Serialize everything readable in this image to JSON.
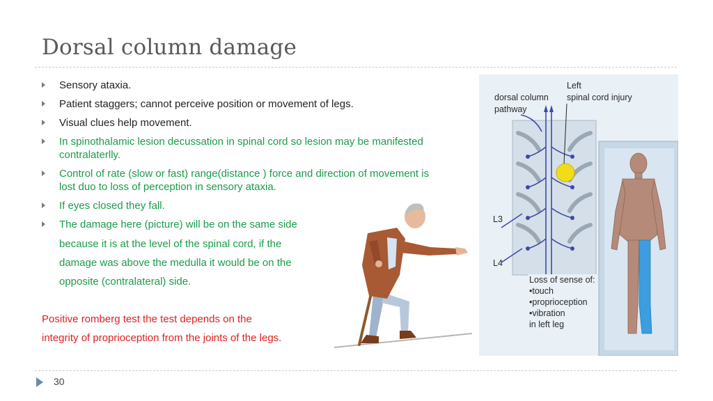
{
  "title": "Dorsal column damage",
  "bullets": [
    {
      "text": "Sensory ataxia.",
      "style": "normal"
    },
    {
      "text": "Patient staggers; cannot perceive position or movement of legs.",
      "style": "normal"
    },
    {
      "text": "Visual clues help movement.",
      "style": "normal"
    },
    {
      "text": "In spinothalamic lesion decussation in spinal cord so lesion may be manifested contralaterlly.",
      "style": "green"
    },
    {
      "text": "Control of rate (slow or fast) range(distance ) force and direction of movement is lost duo to loss of perception in sensory ataxia.",
      "style": "green"
    },
    {
      "text": "If eyes closed they fall.",
      "style": "green"
    },
    {
      "text": "The damage here (picture) will be on the same side",
      "style": "green"
    }
  ],
  "continuation": [
    "because it is at the level of the spinal cord, if the",
    "damage was above the medulla it would be on the",
    "opposite (contralateral) side."
  ],
  "romberg": [
    "Positive romberg test the test depends on the",
    "integrity of proprioception from the joints of the legs."
  ],
  "page_number": "30",
  "diagram": {
    "label_left_1": "dorsal column",
    "label_left_2": "pathway",
    "label_right_1": "Left",
    "label_right_2": "spinal cord injury",
    "level_l3": "L3",
    "level_l4": "L4",
    "loss_lines": [
      "Loss of sense of:",
      "•touch",
      "•proprioception",
      "•vibration",
      "in left leg"
    ]
  },
  "colors": {
    "title": "#595959",
    "green_text": "#1a9b4a",
    "red_text": "#e02020",
    "lesion": "#f2dc1a",
    "affected_leg": "#3a9ee0",
    "pathway": "#3d4aa8"
  }
}
